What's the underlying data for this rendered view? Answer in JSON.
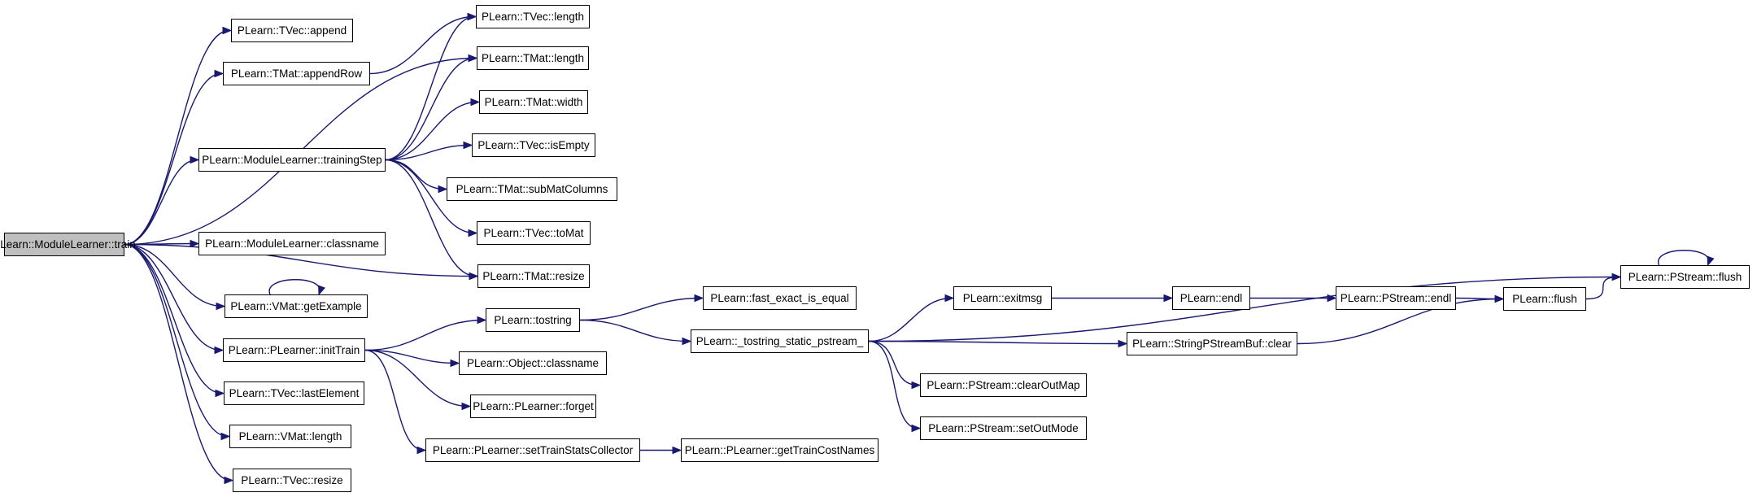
{
  "diagram": {
    "colors": {
      "edge": "#191970",
      "node_border": "#000000",
      "node_fill": "#ffffff",
      "root_fill": "#bfbfbf"
    },
    "nodes": {
      "train": "PLearn::ModuleLearner::train",
      "tvec_append": "PLearn::TVec::append",
      "tmat_appendRow": "PLearn::TMat::appendRow",
      "trainingStep": "PLearn::ModuleLearner::trainingStep",
      "ml_classname": "PLearn::ModuleLearner::classname",
      "getExample": "PLearn::VMat::getExample",
      "initTrain": "PLearn::PLearner::initTrain",
      "lastElement": "PLearn::TVec::lastElement",
      "vmat_length": "PLearn::VMat::length",
      "tvec_resize": "PLearn::TVec::resize",
      "tvec_length": "PLearn::TVec::length",
      "tmat_length": "PLearn::TMat::length",
      "tmat_width": "PLearn::TMat::width",
      "tvec_isEmpty": "PLearn::TVec::isEmpty",
      "subMatColumns": "PLearn::TMat::subMatColumns",
      "toMat": "PLearn::TVec::toMat",
      "tmat_resize": "PLearn::TMat::resize",
      "tostring": "PLearn::tostring",
      "obj_classname": "PLearn::Object::classname",
      "forget": "PLearn::PLearner::forget",
      "setTrainStatsCollector": "PLearn::PLearner::setTrainStatsCollector",
      "fast_exact": "PLearn::fast_exact_is_equal",
      "tostring_static": "PLearn::_tostring_static_pstream_",
      "getTrainCostNames": "PLearn::PLearner::getTrainCostNames",
      "exitmsg": "PLearn::exitmsg",
      "clearOutMap": "PLearn::PStream::clearOutMap",
      "setOutMode": "PLearn::PStream::setOutMode",
      "endl": "PLearn::endl",
      "spb_clear": "PLearn::StringPStreamBuf::clear",
      "pstream_endl": "PLearn::PStream::endl",
      "flush": "PLearn::flush",
      "pstream_flush": "PLearn::PStream::flush"
    },
    "edges": [
      [
        "train",
        "tvec_append"
      ],
      [
        "train",
        "tmat_appendRow"
      ],
      [
        "train",
        "tmat_length"
      ],
      [
        "train",
        "trainingStep"
      ],
      [
        "train",
        "tmat_resize"
      ],
      [
        "train",
        "ml_classname"
      ],
      [
        "train",
        "getExample"
      ],
      [
        "train",
        "initTrain"
      ],
      [
        "train",
        "lastElement"
      ],
      [
        "train",
        "vmat_length"
      ],
      [
        "train",
        "tvec_resize"
      ],
      [
        "tmat_appendRow",
        "tvec_length"
      ],
      [
        "trainingStep",
        "tvec_length"
      ],
      [
        "trainingStep",
        "tmat_length"
      ],
      [
        "trainingStep",
        "tmat_width"
      ],
      [
        "trainingStep",
        "tvec_isEmpty"
      ],
      [
        "trainingStep",
        "subMatColumns"
      ],
      [
        "trainingStep",
        "toMat"
      ],
      [
        "trainingStep",
        "tmat_resize"
      ],
      [
        "getExample",
        "getExample"
      ],
      [
        "initTrain",
        "tostring"
      ],
      [
        "initTrain",
        "obj_classname"
      ],
      [
        "initTrain",
        "forget"
      ],
      [
        "initTrain",
        "setTrainStatsCollector"
      ],
      [
        "tostring",
        "fast_exact"
      ],
      [
        "tostring",
        "tostring_static"
      ],
      [
        "setTrainStatsCollector",
        "getTrainCostNames"
      ],
      [
        "tostring_static",
        "pstream_flush"
      ],
      [
        "tostring_static",
        "exitmsg"
      ],
      [
        "tostring_static",
        "spb_clear"
      ],
      [
        "tostring_static",
        "clearOutMap"
      ],
      [
        "tostring_static",
        "setOutMode"
      ],
      [
        "exitmsg",
        "endl"
      ],
      [
        "endl",
        "pstream_endl"
      ],
      [
        "pstream_endl",
        "flush"
      ],
      [
        "spb_clear",
        "flush"
      ],
      [
        "flush",
        "pstream_flush"
      ],
      [
        "pstream_flush",
        "pstream_flush"
      ]
    ]
  }
}
